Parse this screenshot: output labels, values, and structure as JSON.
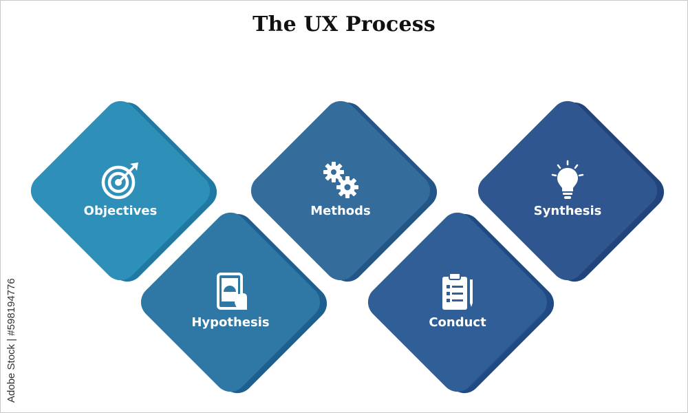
{
  "title": "The UX Process",
  "side_text": "Adobe Stock | #598194776",
  "steps": [
    {
      "label": "Objectives",
      "icon": "target-icon",
      "color": "#2e8fb8",
      "shadow": "#1f79a3"
    },
    {
      "label": "Hypothesis",
      "icon": "tablet-gauge-icon",
      "color": "#2f78a5",
      "shadow": "#1f5f8f"
    },
    {
      "label": "Methods",
      "icon": "gears-icon",
      "color": "#346c9c",
      "shadow": "#235587"
    },
    {
      "label": "Conduct",
      "icon": "clipboard-checklist-icon",
      "color": "#2f5f96",
      "shadow": "#204a82"
    },
    {
      "label": "Synthesis",
      "icon": "lightbulb-icon",
      "color": "#30568f",
      "shadow": "#21447d"
    }
  ]
}
